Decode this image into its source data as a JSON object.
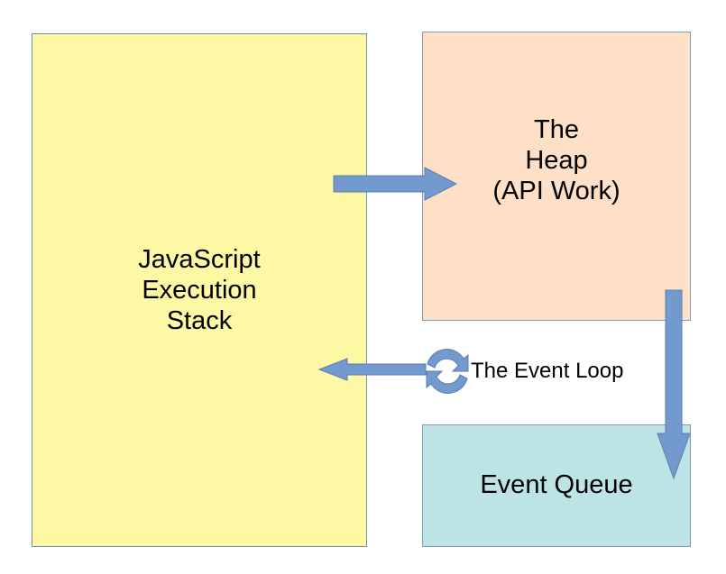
{
  "diagram": {
    "execution_stack": {
      "label": "JavaScript\nExecution\nStack",
      "color": "#fcf8a4"
    },
    "heap": {
      "label": "The\nHeap\n(API Work)",
      "color": "#fde0c6"
    },
    "event_queue": {
      "label": "Event Queue",
      "color": "#bde4e4"
    },
    "event_loop": {
      "label": "The Event Loop",
      "icon": "refresh-cycle-icon"
    },
    "arrow_color": "#739ace",
    "arrow_stroke": "#5a7fb0",
    "connections": [
      {
        "from": "execution_stack",
        "to": "heap"
      },
      {
        "from": "heap",
        "to": "event_queue"
      },
      {
        "from": "event_loop",
        "to": "execution_stack"
      }
    ]
  }
}
